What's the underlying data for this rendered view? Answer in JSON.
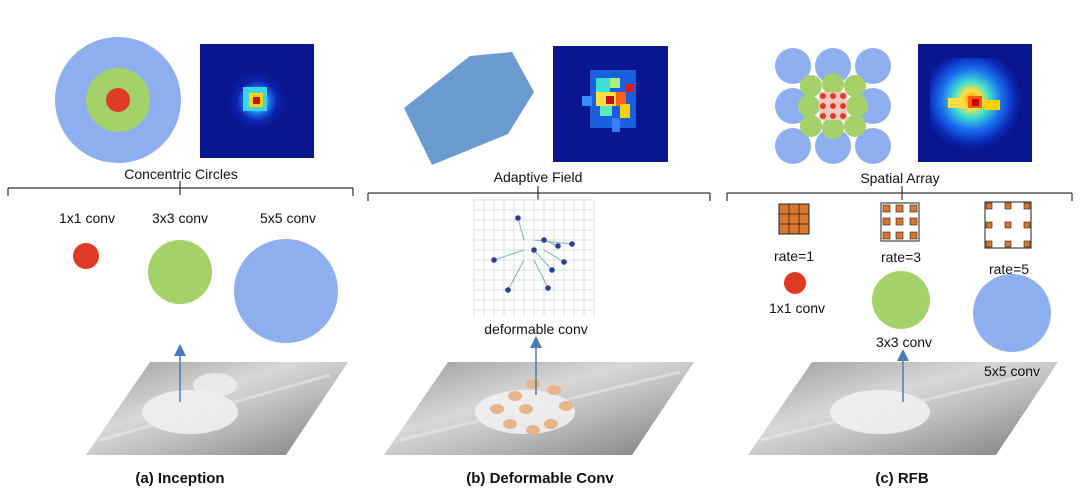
{
  "colors": {
    "blue_circle": "#8eaef0",
    "green_circle": "#a5d16b",
    "red_circle": "#e03a26",
    "polygon": "#6b9bd1",
    "heatmap_bg": "#0c1aa0",
    "kernel_cell": "#d9772e",
    "sample_point": "#e8b48a",
    "arrow": "#4a7ab8",
    "separator": "#333333"
  },
  "panel_a": {
    "header": "Concentric Circles",
    "conv_1x1": "1x1 conv",
    "conv_3x3": "3x3 conv",
    "conv_5x5": "5x5 conv",
    "caption": "(a) Inception"
  },
  "panel_b": {
    "header": "Adaptive Field",
    "conv_label": "deformable conv",
    "caption": "(b) Deformable Conv"
  },
  "panel_c": {
    "header": "Spatial Array",
    "rate_1": "rate=1",
    "rate_3": "rate=3",
    "rate_5": "rate=5",
    "conv_1x1": "1x1 conv",
    "conv_3x3": "3x3 conv",
    "conv_5x5": "5x5 conv",
    "caption": "(c) RFB"
  }
}
